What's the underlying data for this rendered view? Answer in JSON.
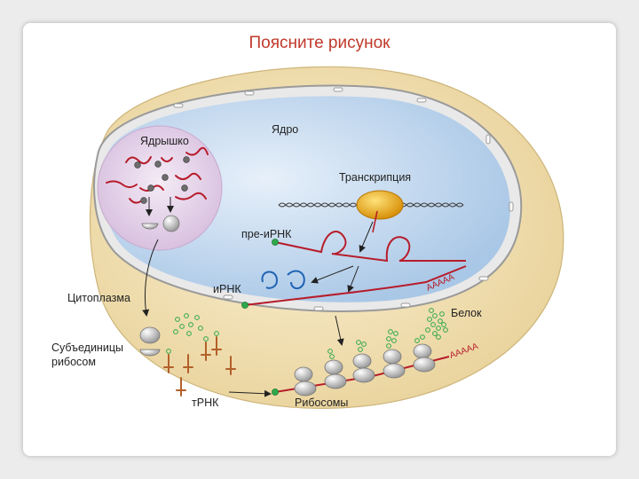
{
  "title": "Поясните рисунок",
  "labels": {
    "nucleus": "Ядро",
    "nucleolus": "Ядрышко",
    "transcription": "Транскрипция",
    "pre_mrna": "пре-иРНК",
    "mrna": "иРНК",
    "cytoplasm": "Цитоплазма",
    "protein": "Белок",
    "ribosome_subunits_line1": "Субъединицы",
    "ribosome_subunits_line2": "рибосом",
    "trna": "тРНК",
    "ribosomes": "Рибосомы",
    "polya_nuclear": "AAAAA",
    "polya_cytoplasm": "AAAAA"
  },
  "colors": {
    "title": "#c0392b",
    "cytoplasm": "#efdcae",
    "nucleus": "#c9ddf0",
    "nucleolus": "#e8d6ec",
    "rna": "#b71c2a",
    "polymerase": "#e3a10d",
    "cap": "#2ea84a",
    "protein": "#5fbf70"
  }
}
